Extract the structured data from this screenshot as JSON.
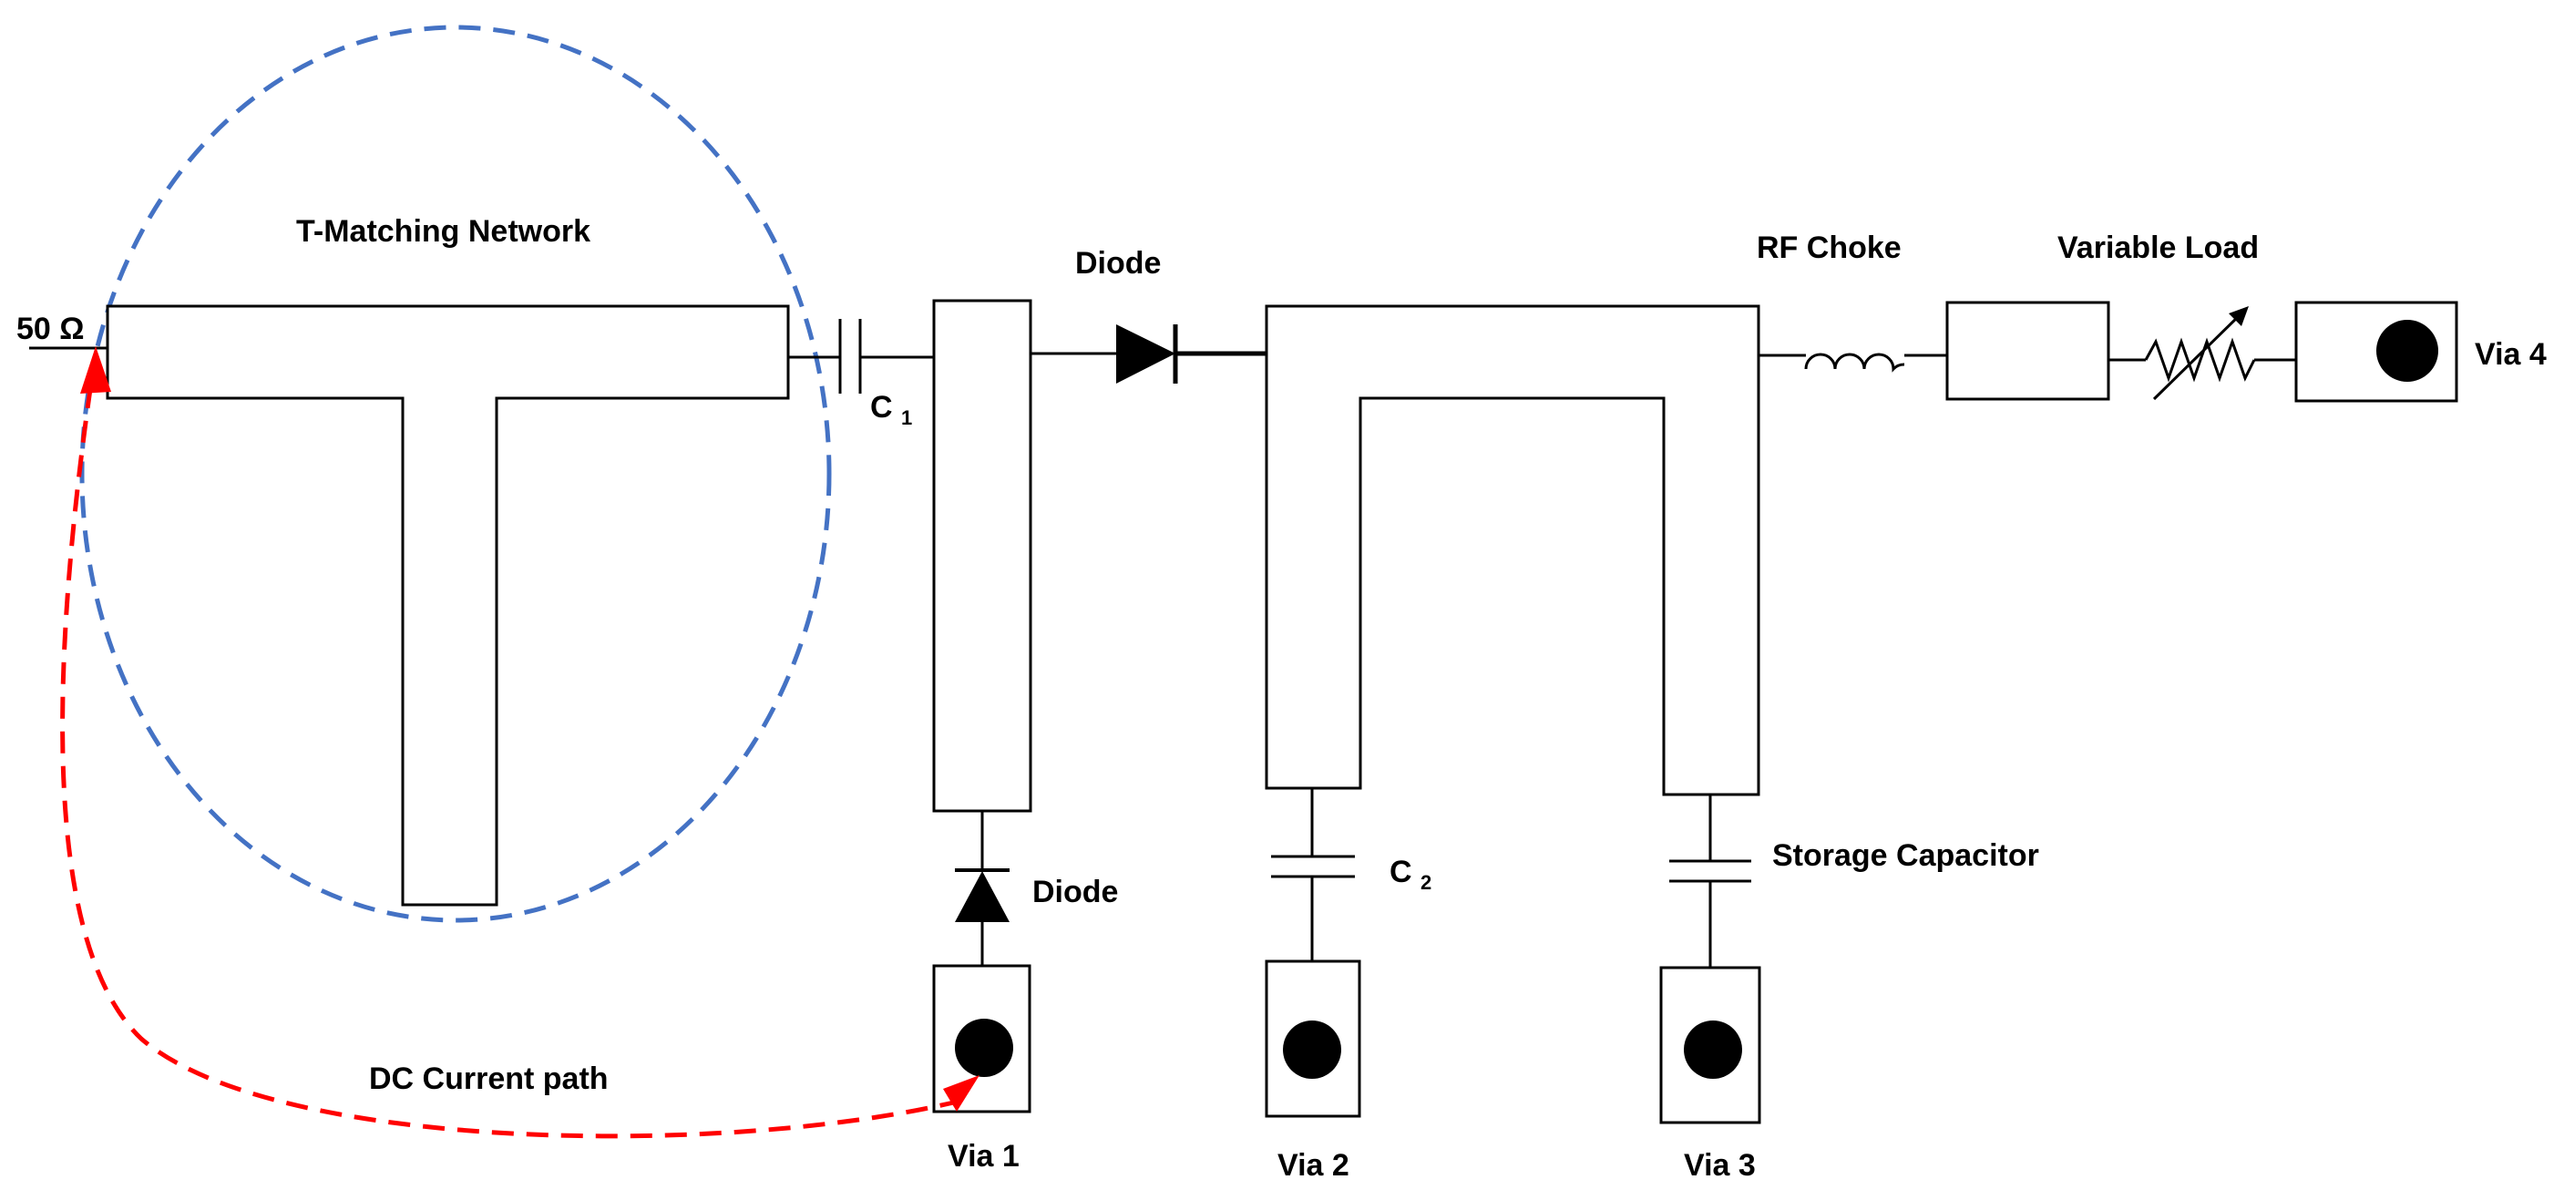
{
  "labels": {
    "t_matching": "T-Matching Network",
    "fifty_ohm": "50 Ω",
    "c1_main": "C",
    "c1_sub": "1",
    "diode_top": "Diode",
    "diode_bottom": "Diode",
    "rf_choke": "RF Choke",
    "variable_load": "Variable Load",
    "c2_main": "C",
    "c2_sub": "2",
    "storage_cap": "Storage Capacitor",
    "dc_path": "DC Current path",
    "via1": "Via 1",
    "via2": "Via 2",
    "via3": "Via 3",
    "via4": "Via 4"
  },
  "colors": {
    "matching_outline": "#4472C4",
    "dc_path": "#FF0000",
    "line": "#000000"
  }
}
